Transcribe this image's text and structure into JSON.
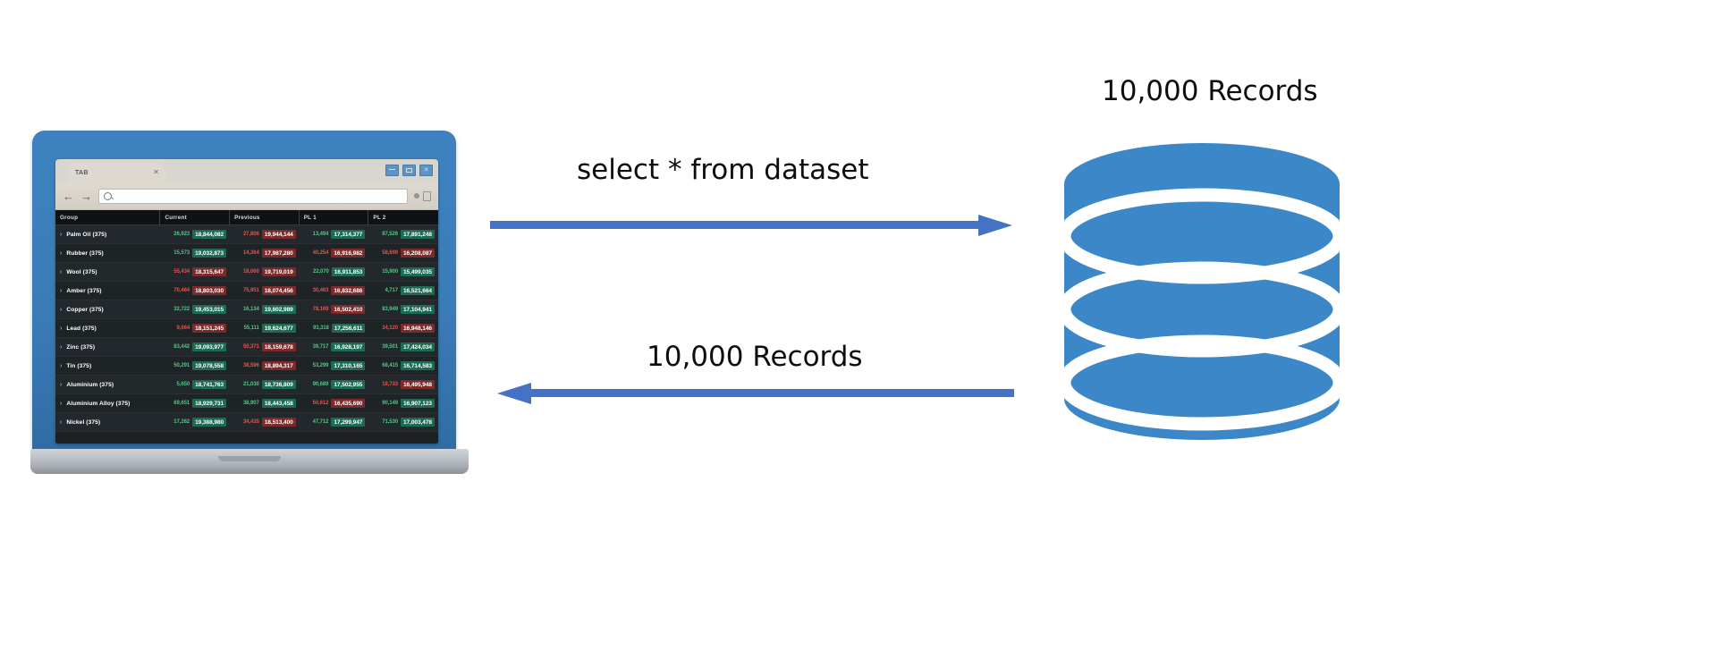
{
  "diagram": {
    "request_label": "select * from dataset",
    "response_label": "10,000 Records",
    "database_label": "10,000 Records",
    "arrow_color": "#4472C4",
    "database_color": "#3B87C8"
  },
  "browser": {
    "tab_title": "TAB",
    "tab_close": "✕",
    "back_icon": "←",
    "forward_icon": "→",
    "url_value": "",
    "url_placeholder": ""
  },
  "grid": {
    "columns": [
      "Group",
      "Current",
      "Previous",
      "PL 1",
      "PL 2"
    ],
    "rows": [
      {
        "group": "Palm Oil (375)",
        "current": {
          "delta": "26,923",
          "dir": "up",
          "value": "18,844,082"
        },
        "previous": {
          "delta": "27,806",
          "dir": "down",
          "value": "19,944,144"
        },
        "pl1": {
          "delta": "13,494",
          "dir": "up",
          "value": "17,314,377"
        },
        "pl2": {
          "delta": "87,526",
          "dir": "up",
          "value": "17,891,248"
        }
      },
      {
        "group": "Rubber (375)",
        "current": {
          "delta": "15,573",
          "dir": "up",
          "value": "19,032,873"
        },
        "previous": {
          "delta": "14,364",
          "dir": "down",
          "value": "17,987,280"
        },
        "pl1": {
          "delta": "40,254",
          "dir": "down",
          "value": "16,916,982"
        },
        "pl2": {
          "delta": "58,699",
          "dir": "down",
          "value": "16,208,087"
        }
      },
      {
        "group": "Wool (375)",
        "current": {
          "delta": "55,434",
          "dir": "down",
          "value": "18,315,647"
        },
        "previous": {
          "delta": "18,060",
          "dir": "down",
          "value": "19,719,019"
        },
        "pl1": {
          "delta": "22,070",
          "dir": "up",
          "value": "16,911,853"
        },
        "pl2": {
          "delta": "15,900",
          "dir": "up",
          "value": "15,499,035"
        }
      },
      {
        "group": "Amber (375)",
        "current": {
          "delta": "70,464",
          "dir": "down",
          "value": "18,803,030"
        },
        "previous": {
          "delta": "75,951",
          "dir": "down",
          "value": "18,074,456"
        },
        "pl1": {
          "delta": "30,463",
          "dir": "down",
          "value": "16,832,686"
        },
        "pl2": {
          "delta": "4,717",
          "dir": "up",
          "value": "16,521,664"
        }
      },
      {
        "group": "Copper (375)",
        "current": {
          "delta": "32,722",
          "dir": "up",
          "value": "19,453,015"
        },
        "previous": {
          "delta": "16,134",
          "dir": "up",
          "value": "19,602,989"
        },
        "pl1": {
          "delta": "78,169",
          "dir": "down",
          "value": "16,502,410"
        },
        "pl2": {
          "delta": "83,949",
          "dir": "up",
          "value": "17,104,941"
        }
      },
      {
        "group": "Lead (375)",
        "current": {
          "delta": "9,064",
          "dir": "down",
          "value": "18,151,245"
        },
        "previous": {
          "delta": "55,111",
          "dir": "up",
          "value": "19,624,677"
        },
        "pl1": {
          "delta": "93,318",
          "dir": "up",
          "value": "17,256,611"
        },
        "pl2": {
          "delta": "34,120",
          "dir": "down",
          "value": "16,948,146"
        }
      },
      {
        "group": "Zinc (375)",
        "current": {
          "delta": "83,442",
          "dir": "up",
          "value": "19,093,977"
        },
        "previous": {
          "delta": "50,371",
          "dir": "down",
          "value": "18,159,678"
        },
        "pl1": {
          "delta": "39,717",
          "dir": "up",
          "value": "16,928,197"
        },
        "pl2": {
          "delta": "39,501",
          "dir": "up",
          "value": "17,424,034"
        }
      },
      {
        "group": "Tin (375)",
        "current": {
          "delta": "50,291",
          "dir": "up",
          "value": "19,078,558"
        },
        "previous": {
          "delta": "38,596",
          "dir": "down",
          "value": "18,894,317"
        },
        "pl1": {
          "delta": "53,299",
          "dir": "up",
          "value": "17,310,165"
        },
        "pl2": {
          "delta": "68,415",
          "dir": "up",
          "value": "16,714,583"
        }
      },
      {
        "group": "Aluminium (375)",
        "current": {
          "delta": "5,650",
          "dir": "up",
          "value": "18,741,763"
        },
        "previous": {
          "delta": "21,030",
          "dir": "up",
          "value": "18,736,809"
        },
        "pl1": {
          "delta": "90,689",
          "dir": "up",
          "value": "17,502,955"
        },
        "pl2": {
          "delta": "18,733",
          "dir": "down",
          "value": "16,495,948"
        }
      },
      {
        "group": "Aluminium Alloy (375)",
        "current": {
          "delta": "69,651",
          "dir": "up",
          "value": "18,929,731"
        },
        "previous": {
          "delta": "38,907",
          "dir": "up",
          "value": "18,443,458"
        },
        "pl1": {
          "delta": "50,612",
          "dir": "down",
          "value": "16,435,690"
        },
        "pl2": {
          "delta": "90,149",
          "dir": "up",
          "value": "16,907,123"
        }
      },
      {
        "group": "Nickel (375)",
        "current": {
          "delta": "17,262",
          "dir": "up",
          "value": "19,388,980"
        },
        "previous": {
          "delta": "34,435",
          "dir": "down",
          "value": "18,513,400"
        },
        "pl1": {
          "delta": "47,712",
          "dir": "up",
          "value": "17,299,947"
        },
        "pl2": {
          "delta": "71,530",
          "dir": "up",
          "value": "17,003,478"
        }
      }
    ]
  }
}
